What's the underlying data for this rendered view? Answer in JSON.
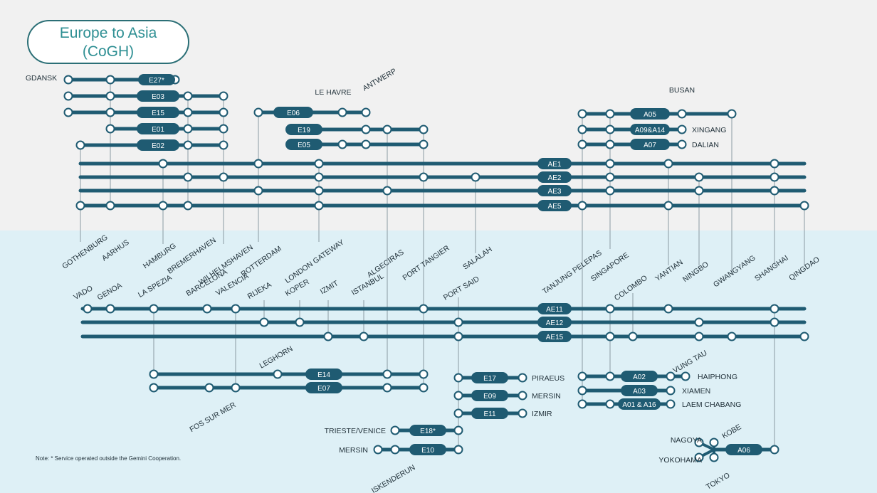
{
  "title": {
    "line1": "Europe to Asia",
    "line2": "(CoGH)"
  },
  "note": "Note: * Service operated outside the Gemini Cooperation.",
  "colors": {
    "line": "#1f5b72",
    "top_bg": "#f1f1f1",
    "bottom_bg": "#def0f6",
    "text": "#1f2f38",
    "title_text": "#2e8f93"
  },
  "services": {
    "E27": "E27*",
    "E03": "E03",
    "E15": "E15",
    "E01": "E01",
    "E02": "E02",
    "E06": "E06",
    "E19": "E19",
    "E05": "E05",
    "A05": "A05",
    "A09A14": "A09&A14",
    "A07": "A07",
    "AE1": "AE1",
    "AE2": "AE2",
    "AE3": "AE3",
    "AE5": "AE5",
    "AE11": "AE11",
    "AE12": "AE12",
    "AE15": "AE15",
    "E14": "E14",
    "E07": "E07",
    "E17": "E17",
    "E09": "E09",
    "E11": "E11",
    "E18": "E18*",
    "E10": "E10",
    "A02": "A02",
    "A03": "A03",
    "A01A16": "A01 & A16",
    "A06": "A06"
  },
  "ports": {
    "gdansk": "GDANSK",
    "le_havre": "LE HAVRE",
    "antwerp": "ANTWERP",
    "busan": "BUSAN",
    "xingang": "XINGANG",
    "dalian": "DALIAN",
    "gothenburg": "GOTHENBURG",
    "aarhus": "AARHUS",
    "hamburg": "HAMBURG",
    "bremerhaven": "BREMERHAVEN",
    "wilhelmshaven": "WILHELMSHAVEN",
    "rotterdam": "ROTTERDAM",
    "london_gateway": "LONDON GATEWAY",
    "algeciras": "ALGECIRAS",
    "port_tangier": "PORT TANGIER",
    "salalah": "SALALAH",
    "tanjung_pelepas": "TANJUNG PELEPAS",
    "singapore": "SINGAPORE",
    "colombo": "COLOMBO",
    "yantian": "YANTIAN",
    "ningbo": "NINGBO",
    "gwangyang": "GWANGYANG",
    "shanghai": "SHANGHAI",
    "qingdao": "QINGDAO",
    "vado": "VADO",
    "genoa": "GENOA",
    "la_spezia": "LA SPEZIA",
    "barcelona": "BARCELONA",
    "valencia": "VALENCIA",
    "rijeka": "RIJEKA",
    "koper": "KOPER",
    "izmit": "IZMIT",
    "istanbul": "ISTANBUL",
    "port_said": "PORT SAID",
    "leghorn": "LEGHORN",
    "fos_sur_mer": "FOS SUR MER",
    "piraeus": "PIRAEUS",
    "mersin": "MERSIN",
    "izmir": "IZMIR",
    "trieste_venice": "TRIESTE/VENICE",
    "mersin2": "MERSIN",
    "iskenderun": "ISKENDERUN",
    "vung_tau": "VUNG TAU",
    "haiphong": "HAIPHONG",
    "xiamen": "XIAMEN",
    "laem_chabang": "LAEM CHABANG",
    "nagoya": "NAGOYA",
    "kobe": "KOBE",
    "yokohama": "YOKOHAMA",
    "tokyo": "TOKYO"
  }
}
